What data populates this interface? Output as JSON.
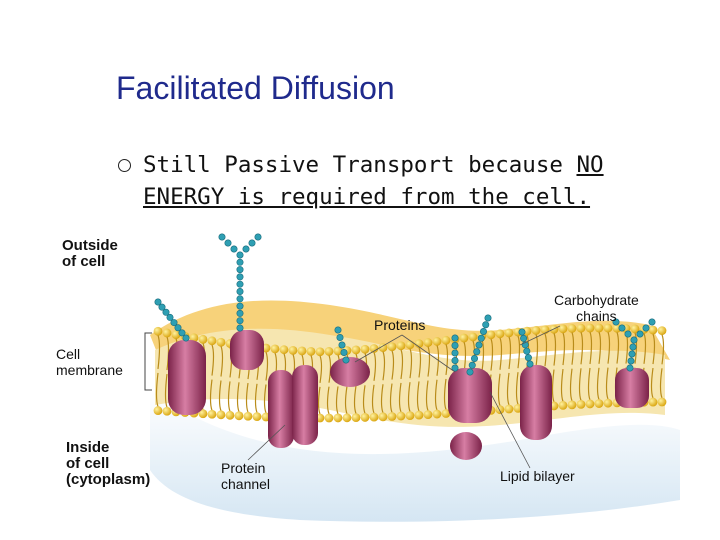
{
  "slide": {
    "title": "Facilitated Diffusion",
    "bullet": {
      "pre": "Still Passive Transport because ",
      "underlined_1": "NO",
      "underlined_2": "ENERGY is required from the cell."
    }
  },
  "diagram": {
    "labels": {
      "outside_1": "Outside",
      "outside_2": "of cell",
      "cell_membrane_1": "Cell",
      "cell_membrane_2": "membrane",
      "inside_1": "Inside",
      "inside_2": "of cell",
      "inside_3": "(cytoplasm)",
      "protein_channel_1": "Protein",
      "protein_channel_2": "channel",
      "proteins": "Proteins",
      "carbohydrate_1": "Carbohydrate",
      "carbohydrate_2": "chains",
      "lipid_bilayer": "Lipid bilayer"
    },
    "colors": {
      "title": "#1f2a8c",
      "membrane_top": "#f7d27a",
      "membrane_body": "#f6e6b0",
      "lipid_head": "#f2c21c",
      "protein": "#b0456e",
      "carbohydrate": "#2e9fb3"
    }
  }
}
